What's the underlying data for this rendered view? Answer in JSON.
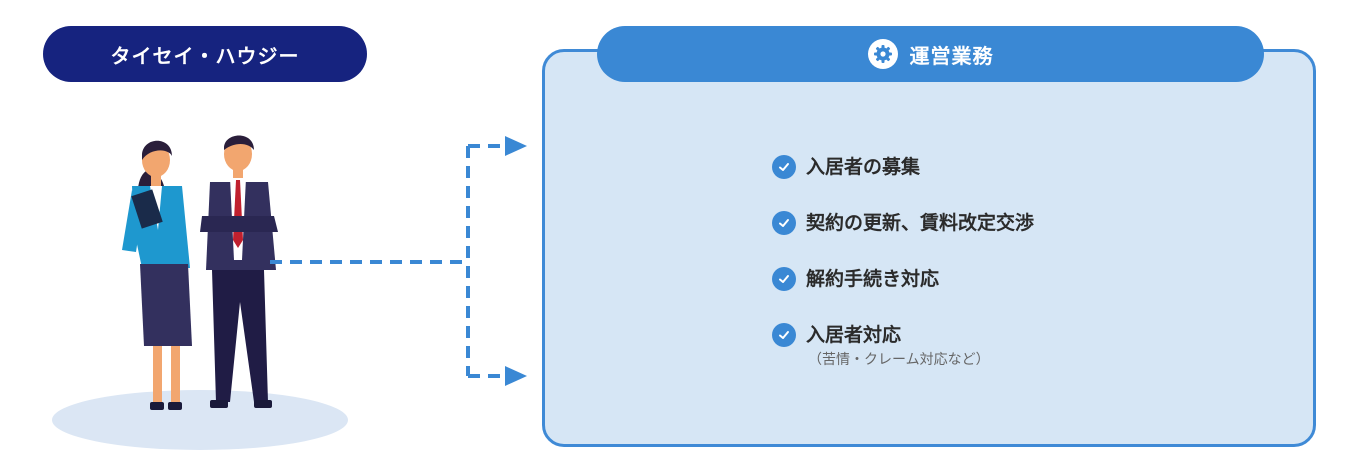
{
  "company": {
    "label": "タイセイ・ハウジー"
  },
  "panel": {
    "title": "運営業務",
    "icon": "gear-icon",
    "items": [
      {
        "label": "入居者の募集",
        "note": ""
      },
      {
        "label": "契約の更新、賃料改定交渉",
        "note": ""
      },
      {
        "label": "解約手続き対応",
        "note": ""
      },
      {
        "label": "入居者対応",
        "note": "（苦情・クレーム対応など）"
      }
    ]
  },
  "colors": {
    "company_pill": "#16237f",
    "panel_header": "#3a88d4",
    "panel_bg": "#d6e6f5",
    "panel_border": "#3f8ad6",
    "connector": "#3a88d4"
  }
}
